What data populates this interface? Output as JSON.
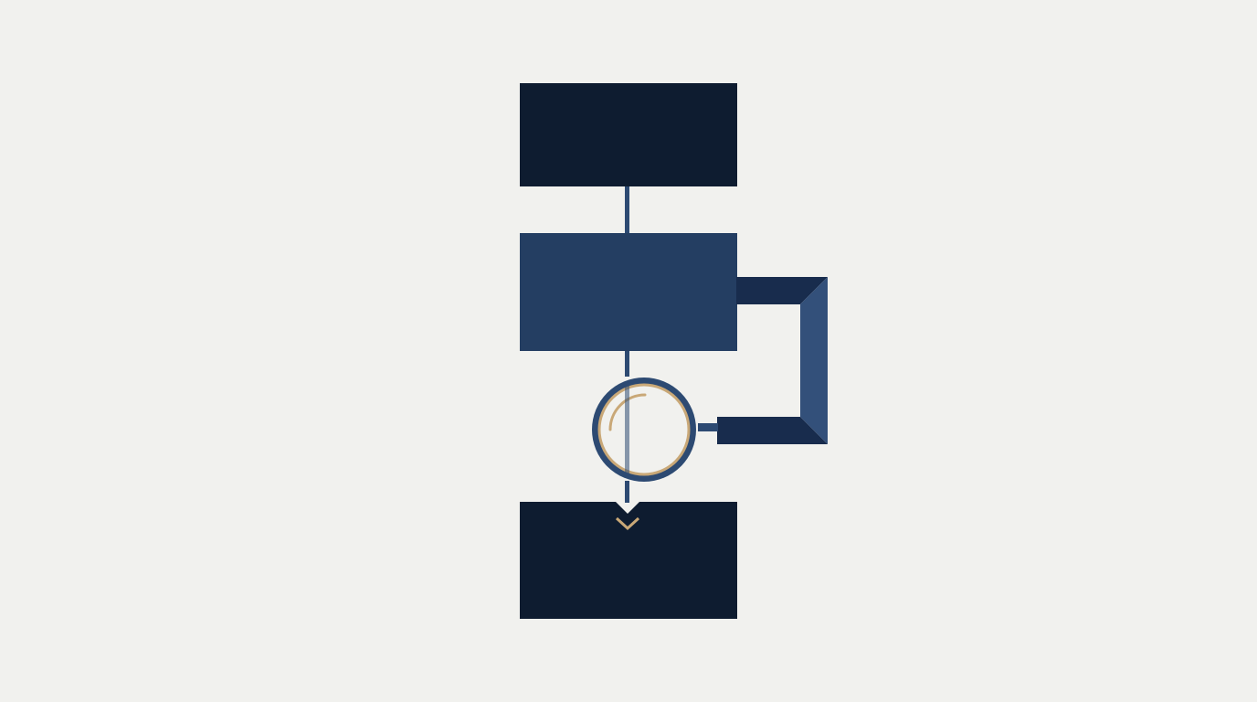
{
  "colors": {
    "background": "#f1f1ee",
    "dark_navy": "#0e1c30",
    "mid_navy": "#243e62",
    "connector": "#2d4a72",
    "bracket_dark": "#182c4d",
    "bracket_side": "#33507a",
    "gold": "#c9a877"
  },
  "diagram": {
    "nodes": [
      {
        "id": "top-block",
        "shape": "rectangle",
        "color_key": "dark_navy"
      },
      {
        "id": "middle-block",
        "shape": "rectangle",
        "color_key": "mid_navy"
      },
      {
        "id": "lens-node",
        "shape": "circle",
        "color_key": "connector",
        "icon": "magnifier-icon"
      },
      {
        "id": "bottom-block",
        "shape": "rectangle",
        "color_key": "dark_navy"
      }
    ],
    "edges": [
      {
        "from": "top-block",
        "to": "middle-block",
        "style": "line"
      },
      {
        "from": "middle-block",
        "to": "lens-node",
        "style": "line"
      },
      {
        "from": "lens-node",
        "to": "bottom-block",
        "style": "arrow",
        "arrow_icon": "chevron-down-icon"
      },
      {
        "from": "middle-block",
        "to": "lens-node",
        "style": "bracket",
        "side": "right"
      }
    ]
  }
}
